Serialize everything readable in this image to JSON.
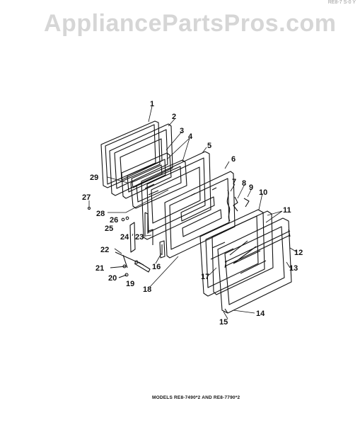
{
  "header": {
    "watermark": "AppliancePartsPros.com",
    "corner_text": "RE8-7 S-0 Y"
  },
  "callouts": [
    "1",
    "2",
    "3",
    "4",
    "5",
    "6",
    "7",
    "8",
    "9",
    "10",
    "11",
    "12",
    "13",
    "14",
    "15",
    "16",
    "17",
    "18",
    "19",
    "20",
    "21",
    "22",
    "23",
    "24",
    "25",
    "26",
    "27",
    "28",
    "29"
  ],
  "caption": "MODELS RE8-7490*2 AND RE8-7790*2",
  "colors": {
    "line": "#111111",
    "watermark": "#d6d6d6"
  }
}
